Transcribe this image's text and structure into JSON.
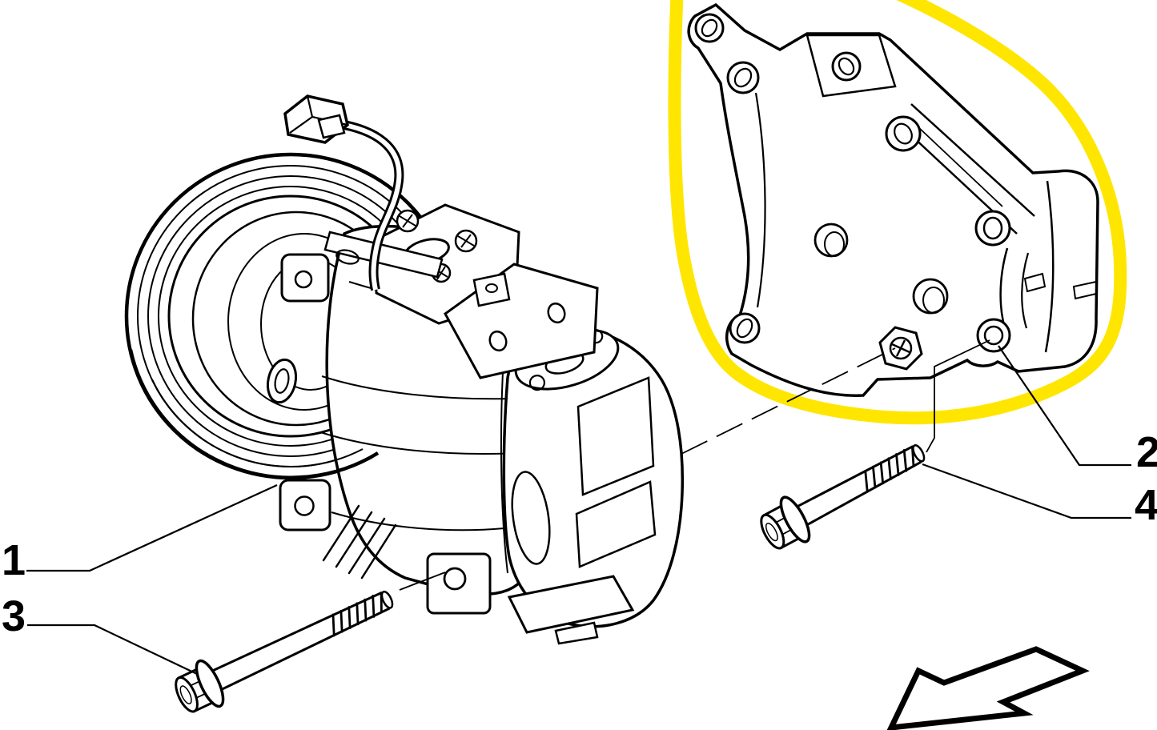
{
  "diagram": {
    "kind": "exploded-parts-line-drawing",
    "background_color": "#ffffff",
    "ink_color": "#000000",
    "highlight_color": "#ffe600",
    "callouts": [
      {
        "label": "1"
      },
      {
        "label": "2"
      },
      {
        "label": "3"
      },
      {
        "label": "4"
      }
    ]
  }
}
